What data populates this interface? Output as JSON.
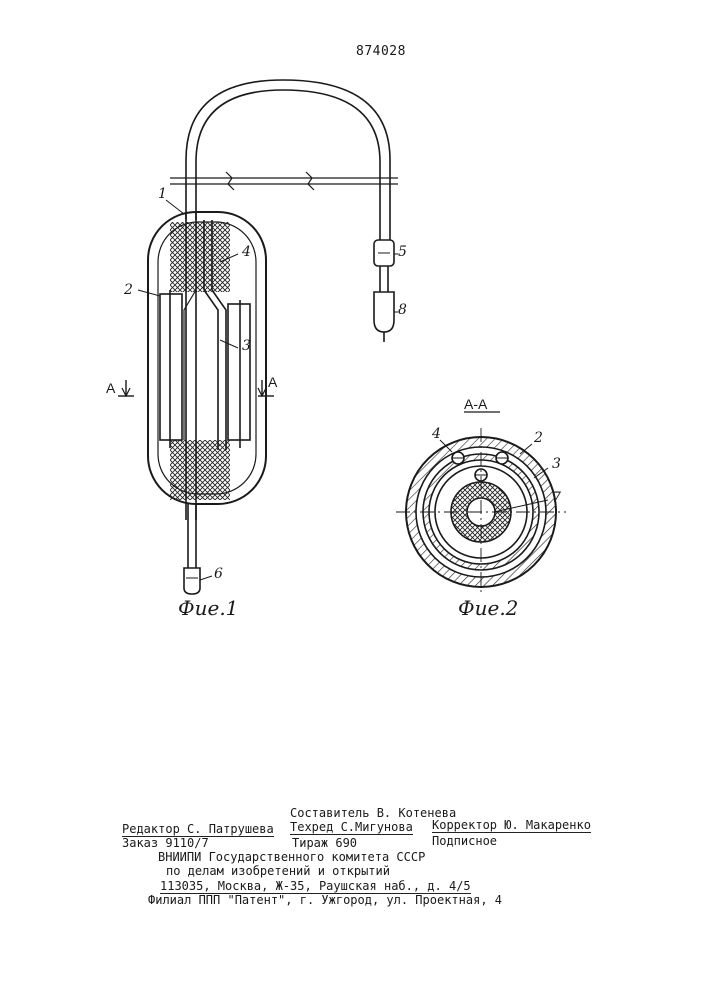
{
  "patent_number": "874028",
  "figure1": {
    "caption": "Фие.1",
    "callouts": [
      "1",
      "2",
      "3",
      "4",
      "5",
      "6",
      "8"
    ],
    "section_marks": [
      "А",
      "А"
    ]
  },
  "figure2": {
    "caption": "Фие.2",
    "section_title": "А-А",
    "callouts": [
      "4",
      "2",
      "3",
      "7"
    ]
  },
  "imprint": {
    "compiler": "Составитель В. Котенева",
    "editor": "Редактор С. Патрушева",
    "techred": "Техред С.Мигунова",
    "corrector": "Корректор Ю. Макаренко",
    "order": "Заказ 9110/7",
    "circulation": "Тираж 690",
    "subscription": "Подписное",
    "institution": "ВНИИПИ Государственного комитета СССР",
    "institution_2": "по делам изобретений и открытий",
    "address": "113035, Москва, Ж-35, Раушская наб., д. 4/5",
    "branch": "Филиал ППП \"Патент\", г. Ужгород, ул. Проектная, 4"
  }
}
